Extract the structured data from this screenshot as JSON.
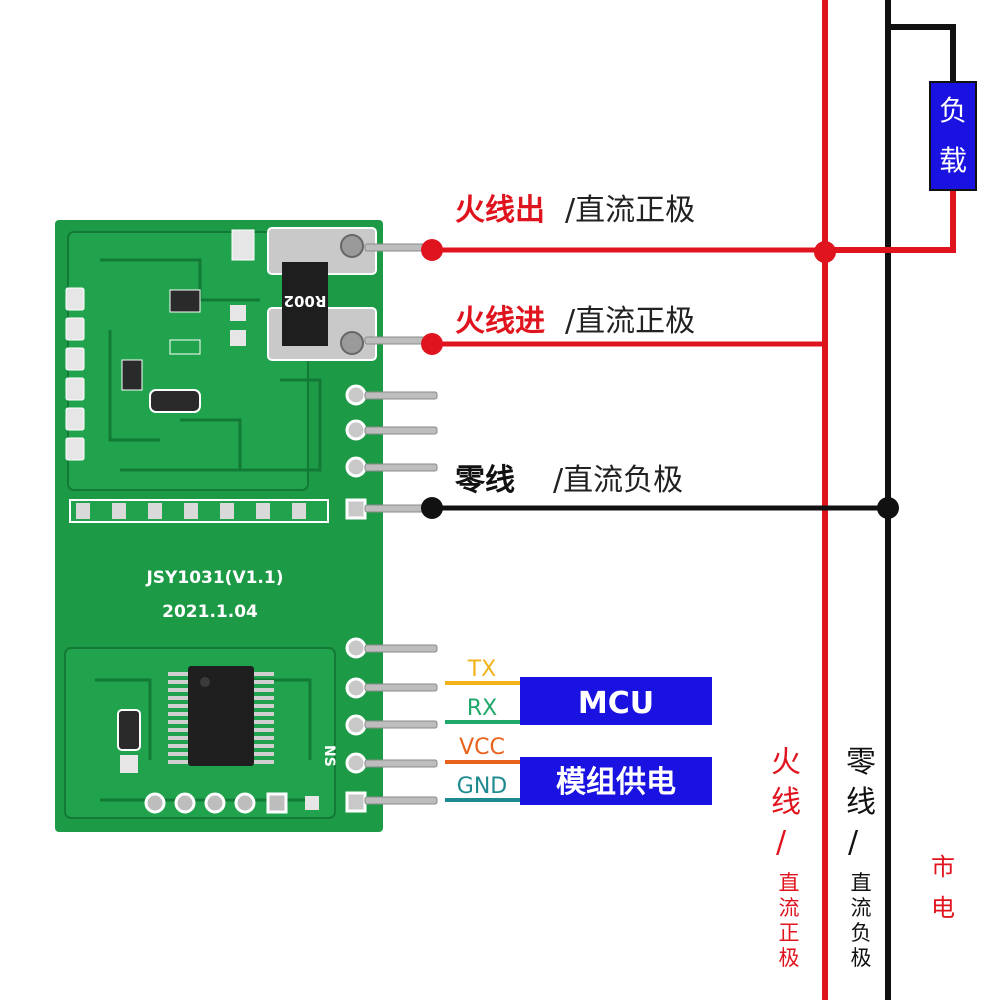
{
  "board": {
    "model": "JSY1031(V1.1)",
    "date": "2021.1.04",
    "shunt": "R002",
    "corner_mark": "NS",
    "chip_label": "",
    "colors": {
      "pcb": "#1d9a46",
      "pcb_dark": "#137a36",
      "silk": "#ffffff"
    }
  },
  "wires": {
    "live_out": {
      "label": "火线出",
      "desc": "/直流正极"
    },
    "live_in": {
      "label": "火线进",
      "desc": "/直流正极"
    },
    "neutral": {
      "label": "零线",
      "desc": "/直流负极"
    }
  },
  "pins": {
    "tx": {
      "label": "TX",
      "color": "#f2b21a"
    },
    "rx": {
      "label": "RX",
      "color": "#1fa86a"
    },
    "vcc": {
      "label": "VCC",
      "color": "#e8621c"
    },
    "gnd": {
      "label": "GND",
      "color": "#1d8a8f"
    }
  },
  "boxes": {
    "mcu": {
      "label": "MCU"
    },
    "power": {
      "label": "模组供电"
    },
    "load": {
      "chars": [
        "负",
        "载"
      ]
    }
  },
  "vertical_labels": {
    "live": {
      "chars": [
        "火",
        "线",
        "/"
      ],
      "small": [
        "直",
        "流",
        "正",
        "极"
      ]
    },
    "neutral": {
      "chars": [
        "零",
        "线",
        "/"
      ],
      "small": [
        "直",
        "流",
        "负",
        "极"
      ]
    },
    "mains": {
      "chars": [
        "市",
        "电"
      ]
    }
  },
  "colors": {
    "live": "#e0141e",
    "neutral": "#111111",
    "box_blue": "#1a12e0",
    "label_red": "#e0141e",
    "label_dark": "#222222"
  }
}
